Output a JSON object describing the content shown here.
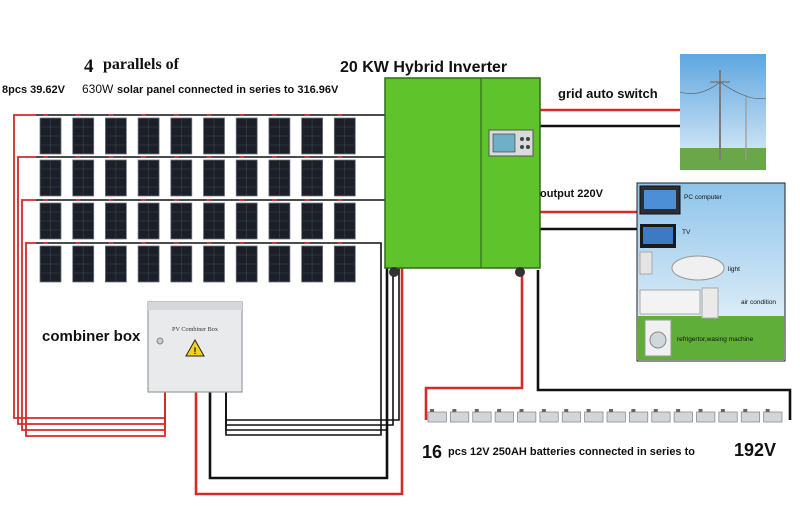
{
  "solar_array": {
    "heading_count": "4",
    "heading_text": "parallels of",
    "series_prefix": "8pcs 39.62V",
    "panel_watt": "630W",
    "series_suffix": "solar panel connected in series to 316.96V",
    "parallel_strings": 4,
    "panels_per_string": 8
  },
  "inverter": {
    "title": "20 KW Hybrid Inverter",
    "body_color": "#5fc42b",
    "screen_color": "#6fb0c8"
  },
  "combiner_box": {
    "label": "combiner box",
    "plate_text": "PV Combiner Box"
  },
  "grid": {
    "label": "grid auto switch"
  },
  "output": {
    "label": "output 220V",
    "appliances": [
      "PC computer",
      "TV",
      "light",
      "air condition",
      "refrigertor,wasing machine"
    ]
  },
  "batteries": {
    "count": "16",
    "text": "pcs 12V 250AH batteries connected in series to",
    "voltage": "192V",
    "cells": 16
  },
  "colors": {
    "positive_wire": "#d42a2a",
    "negative_wire": "#111111",
    "panel": "#1b1f27",
    "sky": "#8ec4ea",
    "grass": "#5fae3a"
  }
}
